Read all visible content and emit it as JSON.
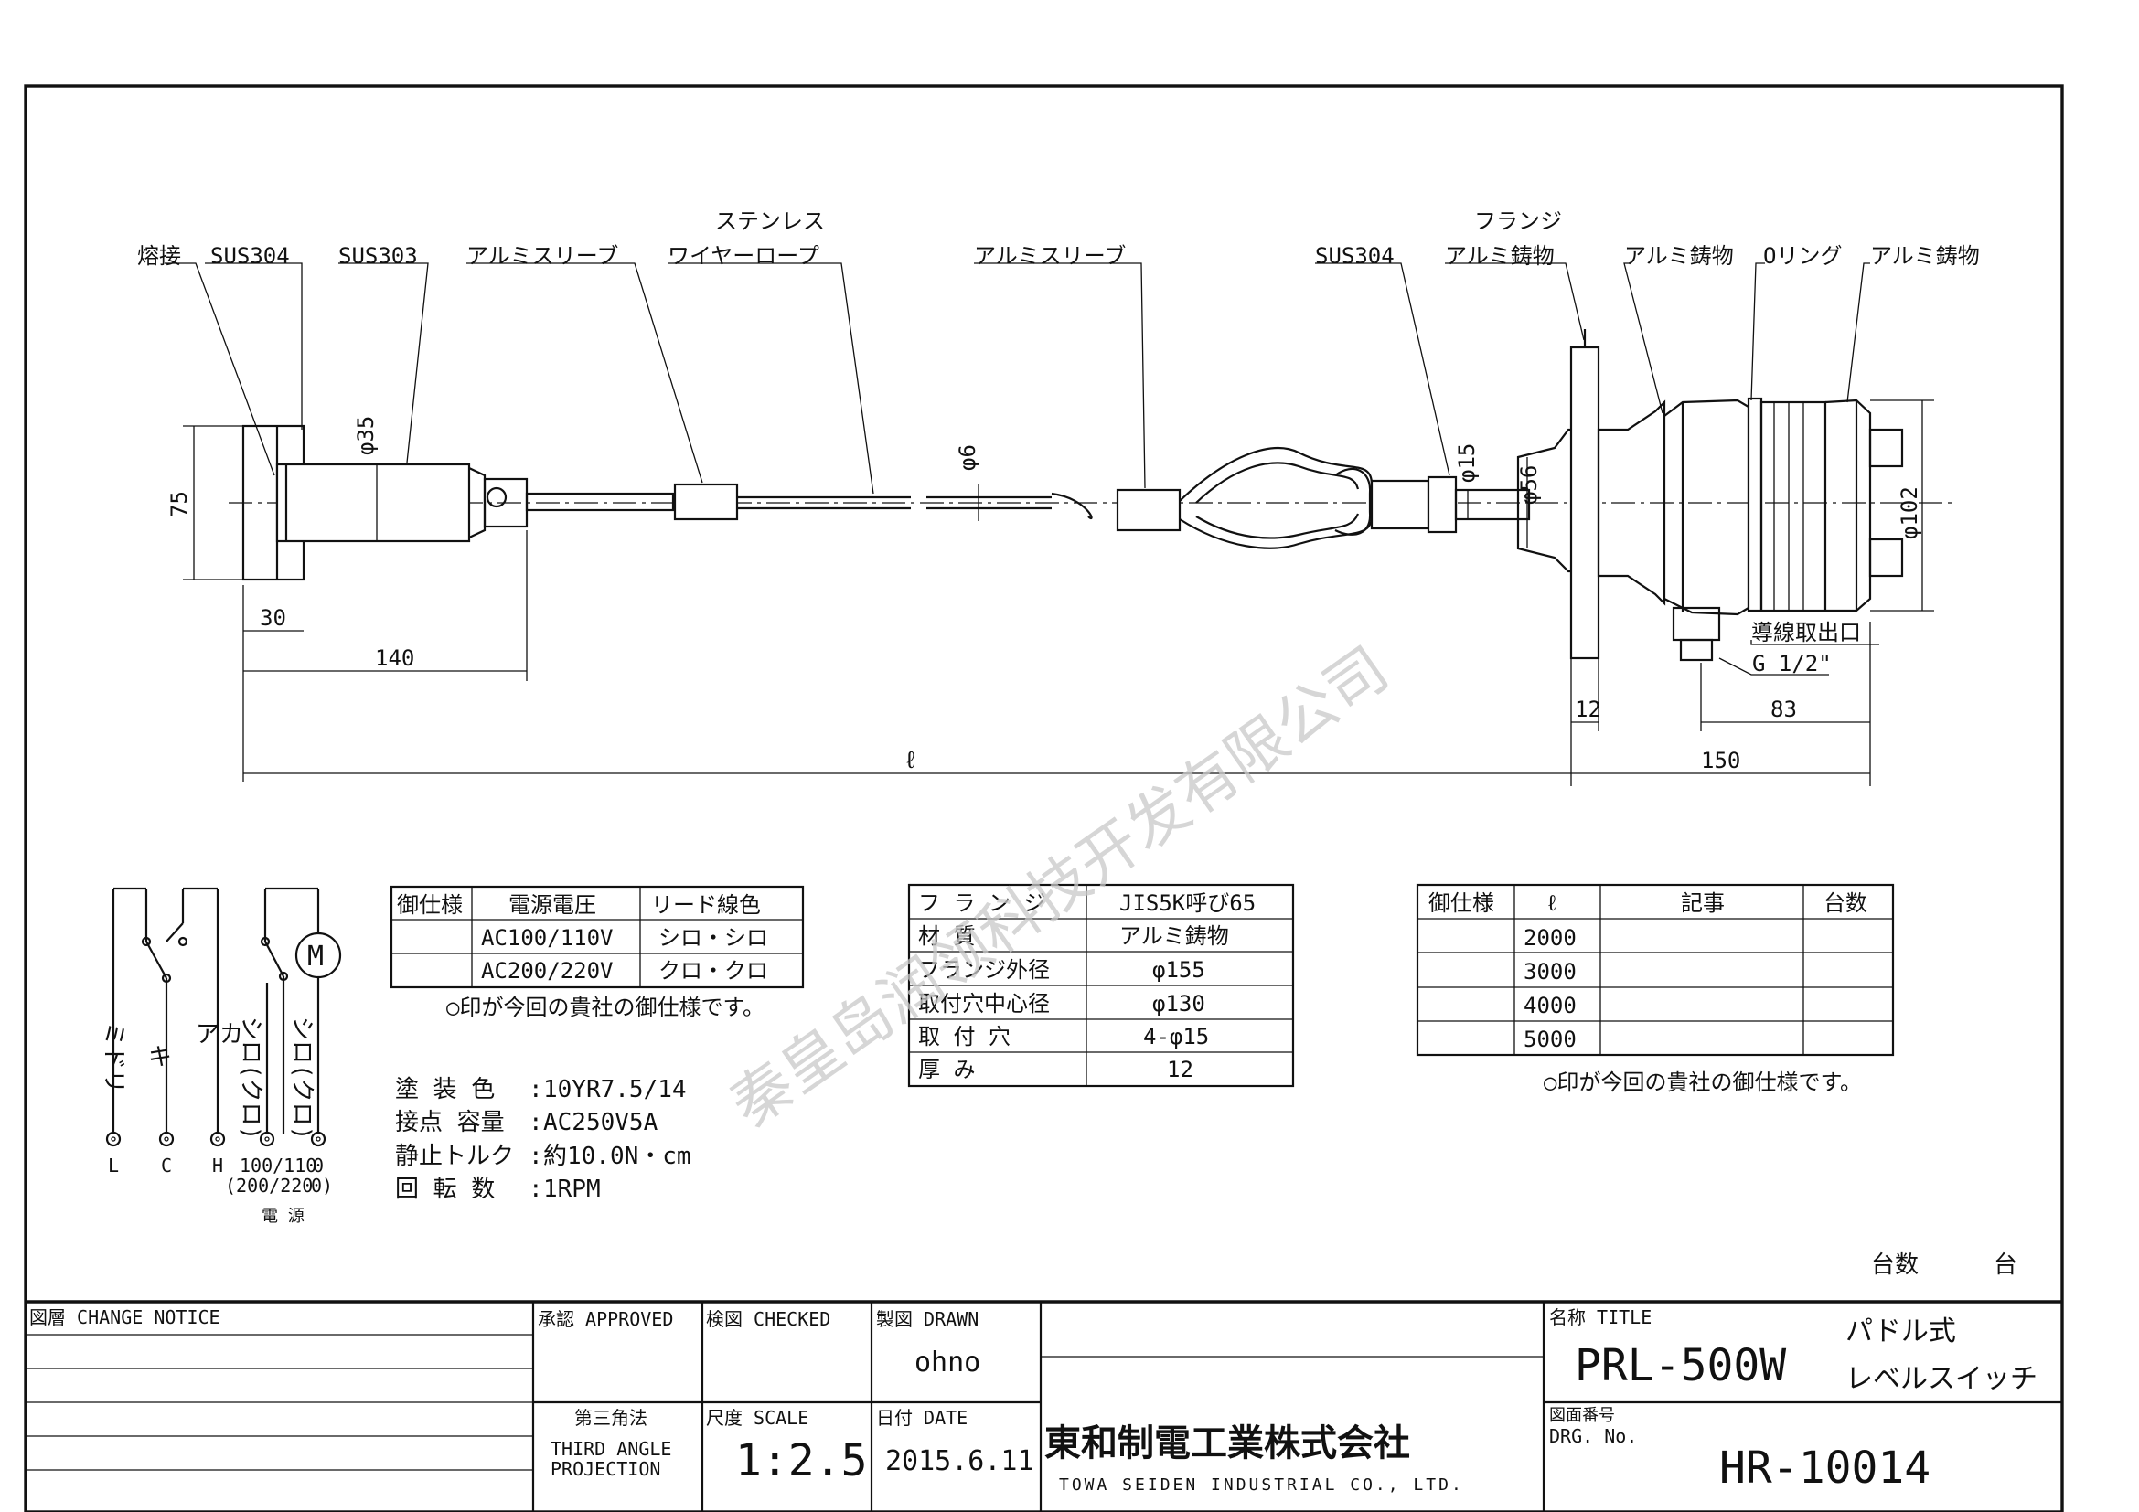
{
  "labels": {
    "weld": "熔接",
    "sus304_a": "SUS304",
    "sus303": "SUS303",
    "al_sleeve_a": "アルミスリーブ",
    "stainless_1": "ステンレス",
    "stainless_2": "ワイヤーロープ",
    "al_sleeve_b": "アルミスリーブ",
    "sus304_b": "SUS304",
    "flange_1": "フランジ",
    "flange_2": "アルミ鋳物",
    "al_cast_a": "アルミ鋳物",
    "oring": "Oリング",
    "al_cast_b": "アルミ鋳物",
    "lead_outlet": "導線取出口",
    "thread": "G 1/2\""
  },
  "dims": {
    "d75": "75",
    "phi35": "φ35",
    "phi6": "φ6",
    "phi15": "φ15",
    "phi56": "φ56",
    "phi102": "φ102",
    "d30": "30",
    "d140": "140",
    "d12": "12",
    "d83": "83",
    "d150": "150",
    "l": "ℓ"
  },
  "wiring": {
    "w1": "ミドリ",
    "w2": "キ",
    "w3": "アカ",
    "w4": "シロ(クロ)",
    "w5": "シロ(クロ)",
    "motor": "M",
    "t_l": "L",
    "t_c": "C",
    "t_h": "H",
    "v1": "100/110",
    "v1b": "0",
    "v2": "(200/220",
    "v2b": "0)",
    "power": "電 源"
  },
  "spec_table": {
    "headers": [
      "御仕様",
      "電源電圧",
      "リード線色"
    ],
    "rows": [
      [
        "",
        "AC100/110V",
        "シロ・シロ"
      ],
      [
        "",
        "AC200/220V",
        "クロ・クロ"
      ]
    ],
    "note": "○印が今回の貴社の御仕様です。"
  },
  "props": {
    "paint_k": "塗  装  色",
    "paint_v": "10YR7.5/14",
    "contact_k": "接点  容量",
    "contact_v": "AC250V5A",
    "torque_k": "静止トルク",
    "torque_v": "約10.0N・cm",
    "rpm_k": "回  転  数",
    "rpm_v": "1RPM"
  },
  "flange_table": {
    "rows": [
      [
        "フ ラ ン ジ",
        "JIS5K呼び65"
      ],
      [
        "材      質",
        "アルミ鋳物"
      ],
      [
        "フランジ外径",
        "φ155"
      ],
      [
        "取付穴中心径",
        "φ130"
      ],
      [
        "取   付   穴",
        "4-φ15"
      ],
      [
        "厚        み",
        "12"
      ]
    ]
  },
  "length_table": {
    "headers": [
      "御仕様",
      "ℓ",
      "記事",
      "台数"
    ],
    "rows": [
      [
        "",
        "2000",
        "",
        ""
      ],
      [
        "",
        "3000",
        "",
        ""
      ],
      [
        "",
        "4000",
        "",
        ""
      ],
      [
        "",
        "5000",
        "",
        ""
      ]
    ],
    "note": "○印が今回の貴社の御仕様です。"
  },
  "qty": {
    "label": "台数",
    "unit": "台"
  },
  "title_block": {
    "change_notice": "図層 CHANGE NOTICE",
    "approved": "承認 APPROVED",
    "checked": "検図 CHECKED",
    "drawn": "製図 DRAWN",
    "drawn_by": "ohno",
    "projection_jp": "第三角法",
    "projection_1": "THIRD ANGLE",
    "projection_2": "PROJECTION",
    "scale_label": "尺度 SCALE",
    "scale": "1:2.5",
    "date_label": "日付 DATE",
    "date": "2015.6.11",
    "company_jp": "東和制電工業株式会社",
    "company_en": "TOWA SEIDEN INDUSTRIAL CO., LTD.",
    "title_label": "名称 TITLE",
    "model": "PRL-500W",
    "name_1": "パドル式",
    "name_2": "レベルスイッチ",
    "drg_label": "図面番号",
    "drg_label_en": "DRG. No.",
    "drg_no": "HR-10014"
  },
  "watermark": "秦皇岛润领科技开发有限公司"
}
